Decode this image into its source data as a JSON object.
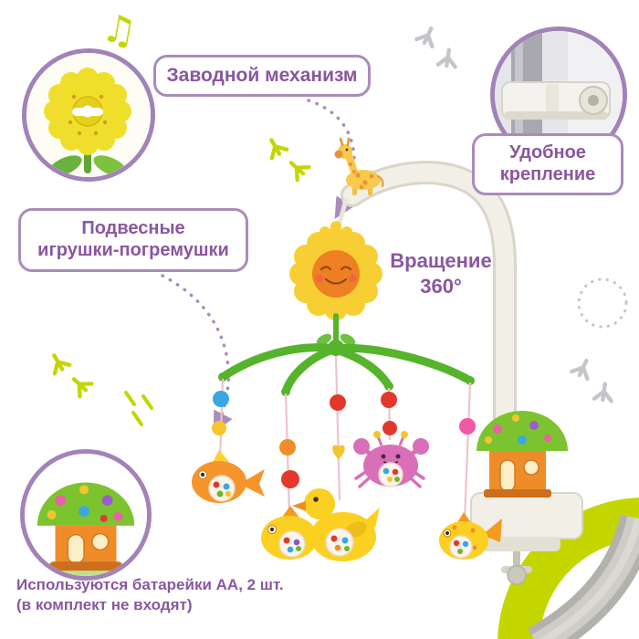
{
  "callouts": {
    "windup_label": "Заводной механизм",
    "mount_line1": "Удобное",
    "mount_line2": "крепление",
    "toys_line1": "Подвесные",
    "toys_line2": "игрушки-погремушки",
    "rotation_line1": "Вращение",
    "rotation_line2": "360°"
  },
  "footer": {
    "line1": "Используются батарейки АА, 2 шт.",
    "line2": "(в комплект не входят)"
  },
  "icons": {
    "music_note": "♫"
  },
  "colors": {
    "text_purple": "#8a56a1",
    "border_purple": "#a98cbb",
    "accent_green": "#c3d600",
    "decor_gray": "#c6c4c9"
  }
}
